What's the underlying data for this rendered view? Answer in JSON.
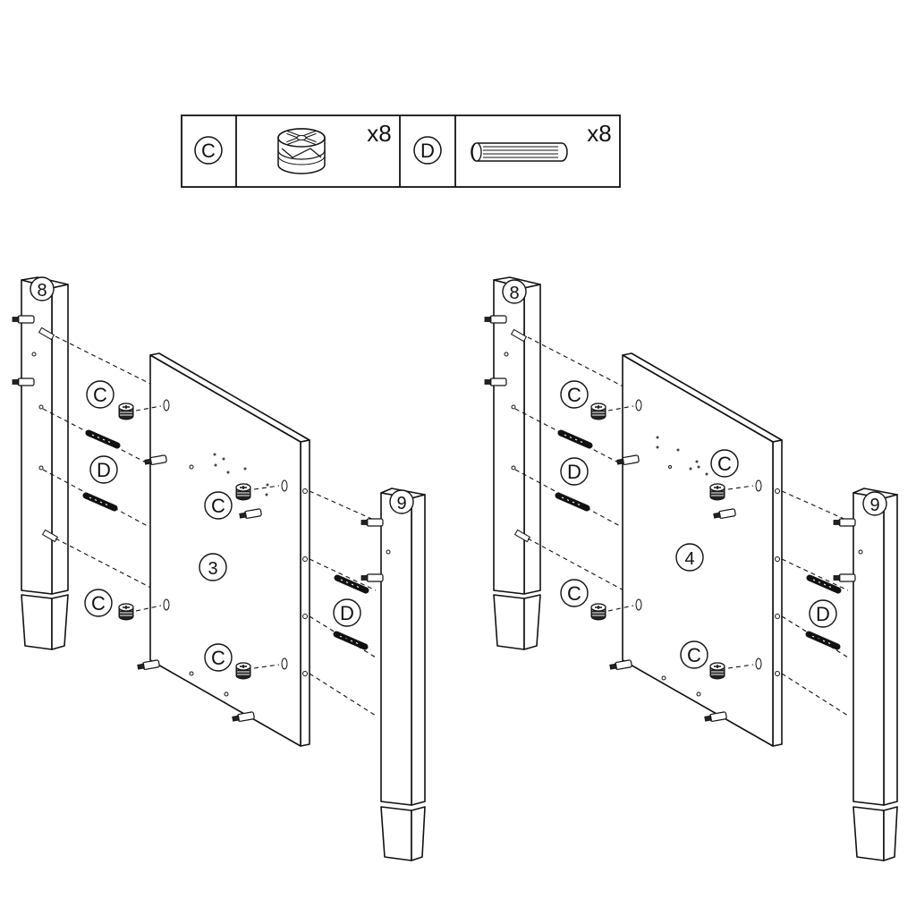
{
  "legend": {
    "items": [
      {
        "letter": "C",
        "name": "cam-lock",
        "qty": "x8"
      },
      {
        "letter": "D",
        "name": "wooden-dowel",
        "qty": "x8"
      }
    ]
  },
  "assemblies": [
    {
      "panel_number": "3",
      "left_leg_number": "8",
      "right_leg_number": "9",
      "callouts": {
        "c1": "C",
        "c2": "C",
        "c3": "C",
        "c4": "C",
        "d_left": "D",
        "d_right": "D"
      }
    },
    {
      "panel_number": "4",
      "left_leg_number": "8",
      "right_leg_number": "9",
      "callouts": {
        "c1": "C",
        "c2": "C",
        "c3": "C",
        "c4": "C",
        "d_left": "D",
        "d_right": "D"
      }
    }
  ],
  "colors": {
    "line": "#111111",
    "background": "#ffffff"
  }
}
